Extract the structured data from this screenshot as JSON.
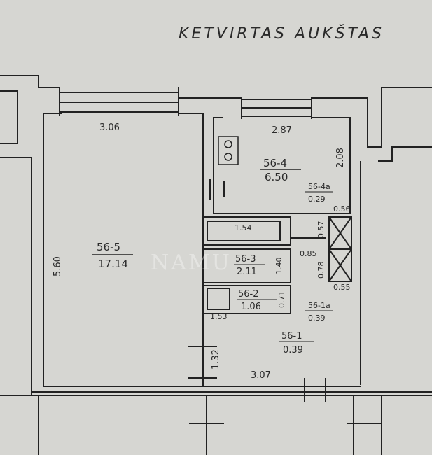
{
  "title": "KETVIRTAS AUKŠTAS",
  "rooms": {
    "r5": {
      "code": "56-5",
      "area": "17.14"
    },
    "r4": {
      "code": "56-4",
      "area": "6.50"
    },
    "r4a": {
      "code": "56-4a",
      "area": "0.29"
    },
    "r3": {
      "code": "56-3",
      "area": "2.11"
    },
    "r2": {
      "code": "56-2",
      "area": "1.06"
    },
    "r1a": {
      "code": "56-1a",
      "area": "0.39"
    },
    "r1": {
      "code": "56-1",
      "area": "0.39"
    }
  },
  "dims": {
    "d306": "3.06",
    "d560": "5.60",
    "d287": "2.87",
    "d208": "2.08",
    "d154": "1.54",
    "d140": "1.40",
    "d085": "0.85",
    "d056": "0.56",
    "d057": "0.57",
    "d078": "0.78",
    "d055": "0.55",
    "d153": "1.53",
    "d071": "0.71",
    "d132": "1.32",
    "d307": "3.07"
  },
  "watermark": "NAMU"
}
